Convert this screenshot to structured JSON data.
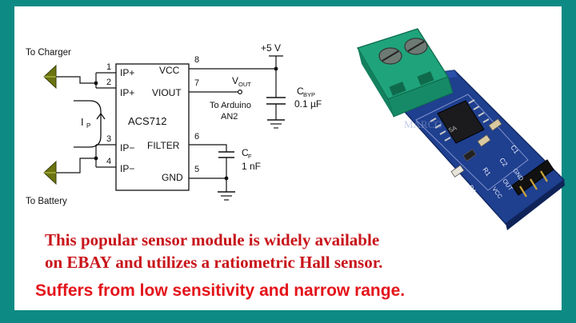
{
  "schematic": {
    "chip_name": "ACS712",
    "to_charger": "To Charger",
    "to_battery": "To Battery",
    "supply": "+5 V",
    "to_arduino_line1": "To Arduino",
    "to_arduino_line2": "AN2",
    "current_label": "I",
    "current_sub": "P",
    "vout_label": "V",
    "vout_sub": "OUT",
    "cbyp_label": "C",
    "cbyp_sub": "BYP",
    "cbyp_value": "0.1 µF",
    "cf_label": "C",
    "cf_sub": "F",
    "cf_value": "1 nF",
    "pins_left": [
      {
        "num": "1",
        "name": "IP+"
      },
      {
        "num": "2",
        "name": "IP+"
      },
      {
        "num": "3",
        "name": "IP−"
      },
      {
        "num": "4",
        "name": "IP−"
      }
    ],
    "pins_right": [
      {
        "num": "8",
        "name": "VCC"
      },
      {
        "num": "7",
        "name": "VIOUT"
      },
      {
        "num": "6",
        "name": "FILTER"
      },
      {
        "num": "5",
        "name": "GND"
      }
    ]
  },
  "module": {
    "watermark": "MARCO",
    "chip_text": "5A",
    "silk": [
      "C1",
      "C2",
      "R1",
      "D1",
      "VCC",
      "OUT",
      "GND"
    ]
  },
  "caption": {
    "line1": "This popular sensor module is widely available",
    "line2": "on EBAY and utilizes a ratiometric Hall sensor.",
    "line3": "Suffers from low sensitivity and narrow range."
  },
  "colors": {
    "border": "#0e8a84",
    "caption_red": "#c8151b",
    "pcb_blue": "#1f3f8f",
    "terminal_green": "#1fa37a",
    "arrow_olive": "#6b7410"
  }
}
